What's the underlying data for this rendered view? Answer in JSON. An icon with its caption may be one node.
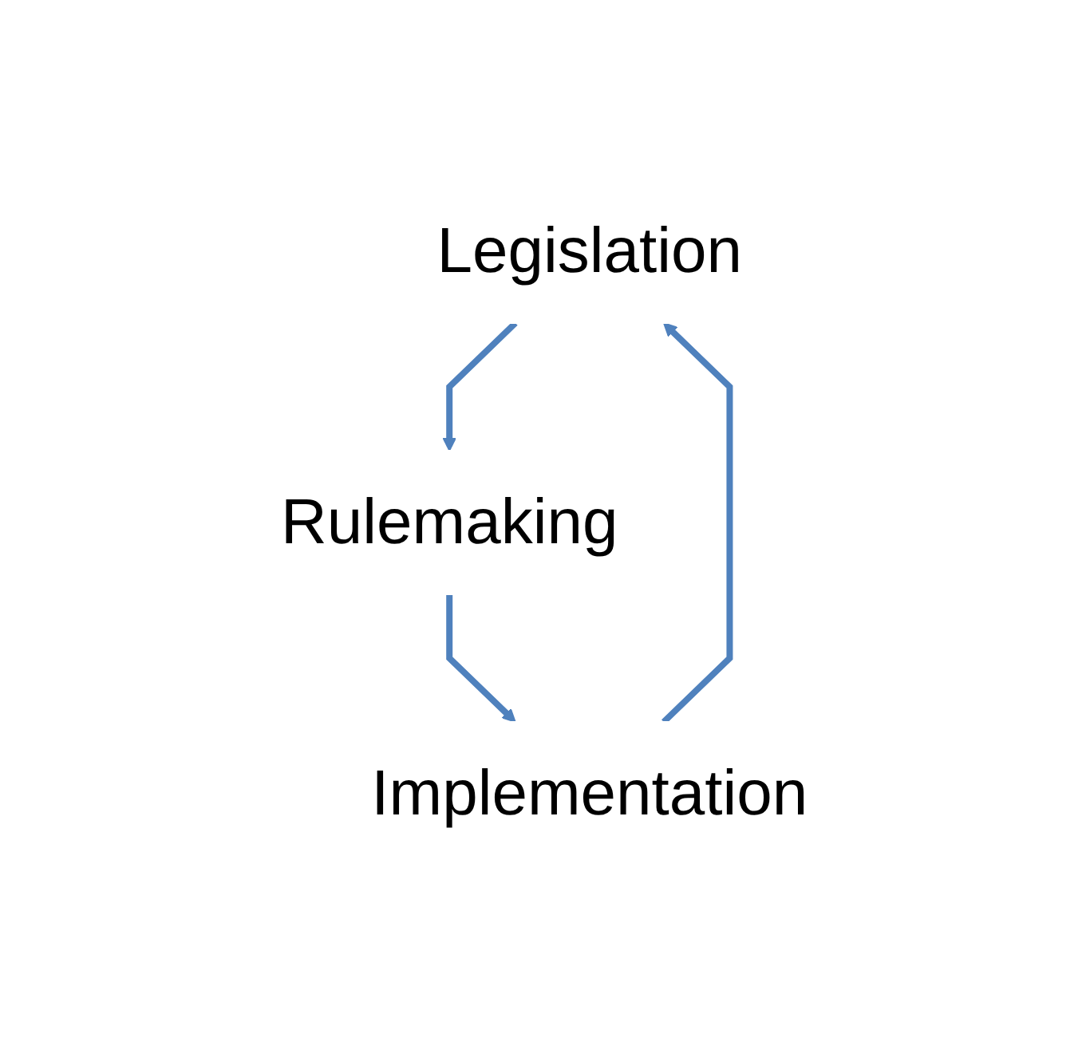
{
  "diagram": {
    "nodes": [
      {
        "text": [
          "Legislation"
        ]
      },
      {
        "text": [
          "Rulemaking"
        ]
      },
      {
        "text": [
          "Implementation"
        ]
      }
    ],
    "edges": [
      {
        "from": 0,
        "to": 1,
        "arrow": "to"
      },
      {
        "from": 1,
        "to": 2,
        "arrow": "to"
      },
      {
        "from": 2,
        "to": 0,
        "arrow": "to"
      }
    ]
  }
}
